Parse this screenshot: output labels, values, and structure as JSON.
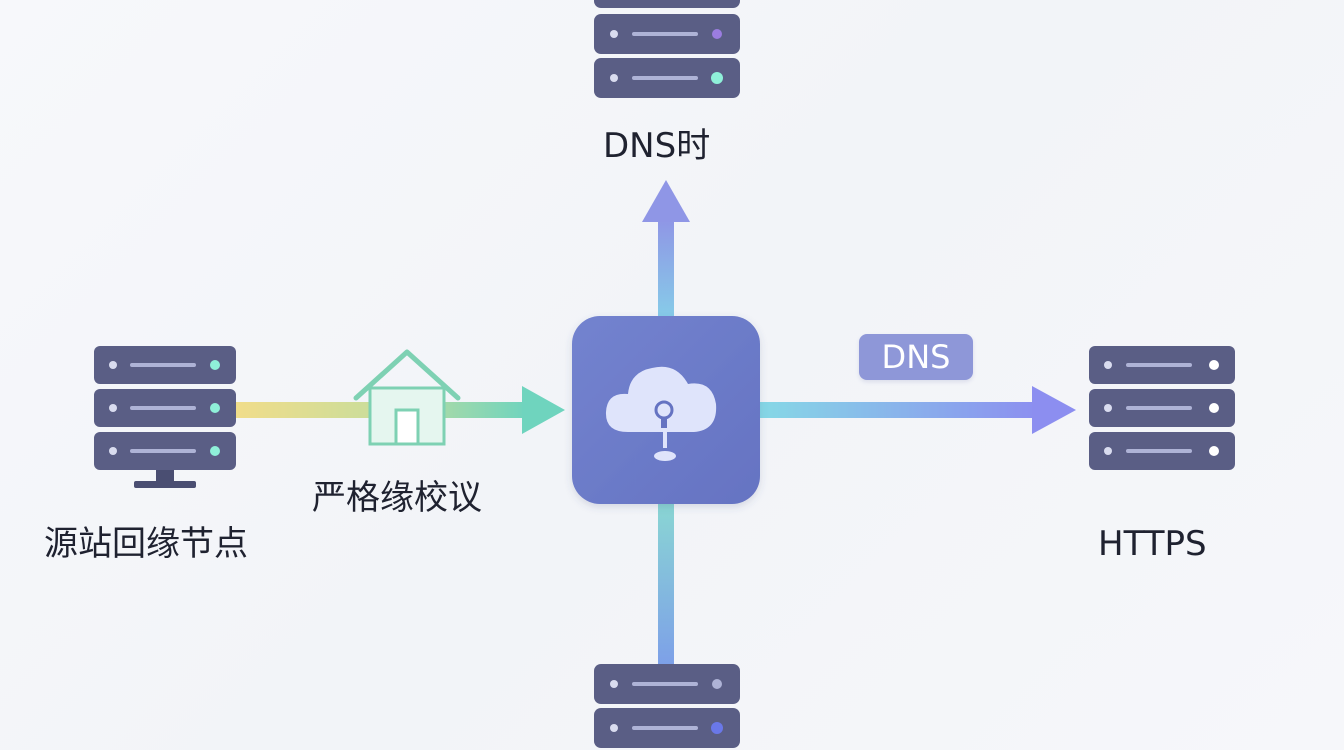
{
  "labels": {
    "top_server": "DNS时",
    "left_server": "源站回缘节点",
    "left_arrow": "严格缘校议",
    "right_server": "HTTPS",
    "right_arrow_badge": "DNS"
  },
  "icons": {
    "hub": "cloud-lightbulb-icon",
    "servers": "server-rack-icon",
    "waypoint": "house-icon"
  },
  "colors": {
    "server_body": "#5a5e85",
    "hub": "#6f7dc9",
    "arrow_up": "#8f96e6",
    "arrow_left_start": "#f1dd8a",
    "arrow_left_end": "#6fd4be",
    "arrow_right_start": "#86d8e6",
    "arrow_right_end": "#8c8ef0",
    "arrow_down": "#7da0e8",
    "house": "#7ed1b3"
  }
}
